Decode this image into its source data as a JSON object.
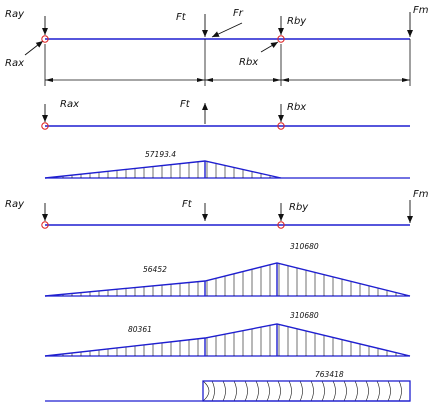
{
  "colors": {
    "beam": "#1f1fd0",
    "lines": "#111111",
    "support": "#dd2020"
  },
  "scheme": {
    "labels": {
      "ray": "Ray",
      "rax": "Rax",
      "ft": "Ft",
      "fr": "Fr",
      "rby": "Rby",
      "rbx": "Rbx",
      "fm": "Fm"
    }
  },
  "horizontal_plane": {
    "labels": {
      "rax": "Rax",
      "ft": "Ft",
      "rbx": "Rbx"
    }
  },
  "moment_horizontal": {
    "max_label": "57193.4",
    "max_value": 57193.4
  },
  "vertical_plane": {
    "labels": {
      "ray": "Ray",
      "ft": "Ft",
      "rby": "Rby",
      "fm": "Fm"
    }
  },
  "moment_vertical": {
    "mid_label": "56452",
    "mid_value": 56452,
    "support_label": "310680",
    "support_value": 310680
  },
  "moment_total": {
    "mid_label": "80361",
    "mid_value": 80361,
    "support_label": "310680",
    "support_value": 310680
  },
  "torque": {
    "value_label": "763418",
    "value": 763418
  }
}
